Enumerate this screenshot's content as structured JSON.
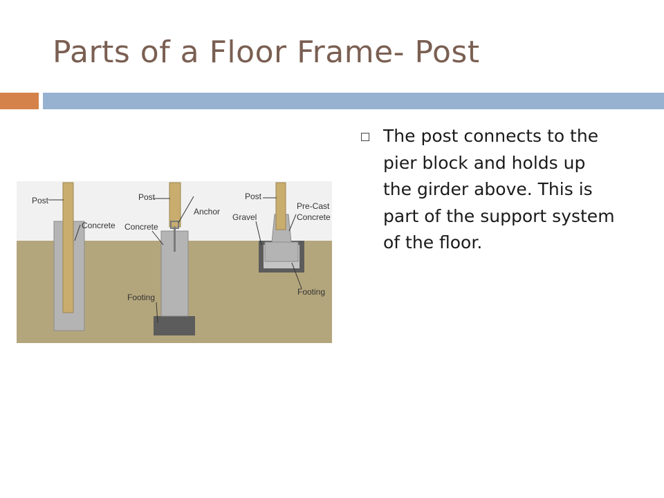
{
  "slide": {
    "title": "Parts of a Floor Frame- Post",
    "colors": {
      "title": "#7a5f52",
      "accent_bar": "#d4824a",
      "main_bar": "#97b1d1"
    }
  },
  "bullet": {
    "marker_icon": "hollow-square-bullet-icon",
    "text": "The post connects to the pier block and holds up the girder above. This is part of the support system of the floor."
  },
  "diagram": {
    "colors": {
      "ground": "#b4a67c",
      "sky": "#f1f1f1",
      "post": "#c9ad6e",
      "concrete": "#b4b4b4",
      "footing": "#5c5c5c"
    },
    "figure1": {
      "post_label": "Post",
      "concrete_label": "Concrete"
    },
    "figure2": {
      "post_label": "Post",
      "anchor_label": "Anchor",
      "concrete_label": "Concrete",
      "footing_label": "Footing"
    },
    "figure3": {
      "post_label": "Post",
      "precast_label_line1": "Pre-Cast",
      "precast_label_line2": "Concrete",
      "gravel_label": "Gravel",
      "footing_label": "Footing"
    }
  }
}
